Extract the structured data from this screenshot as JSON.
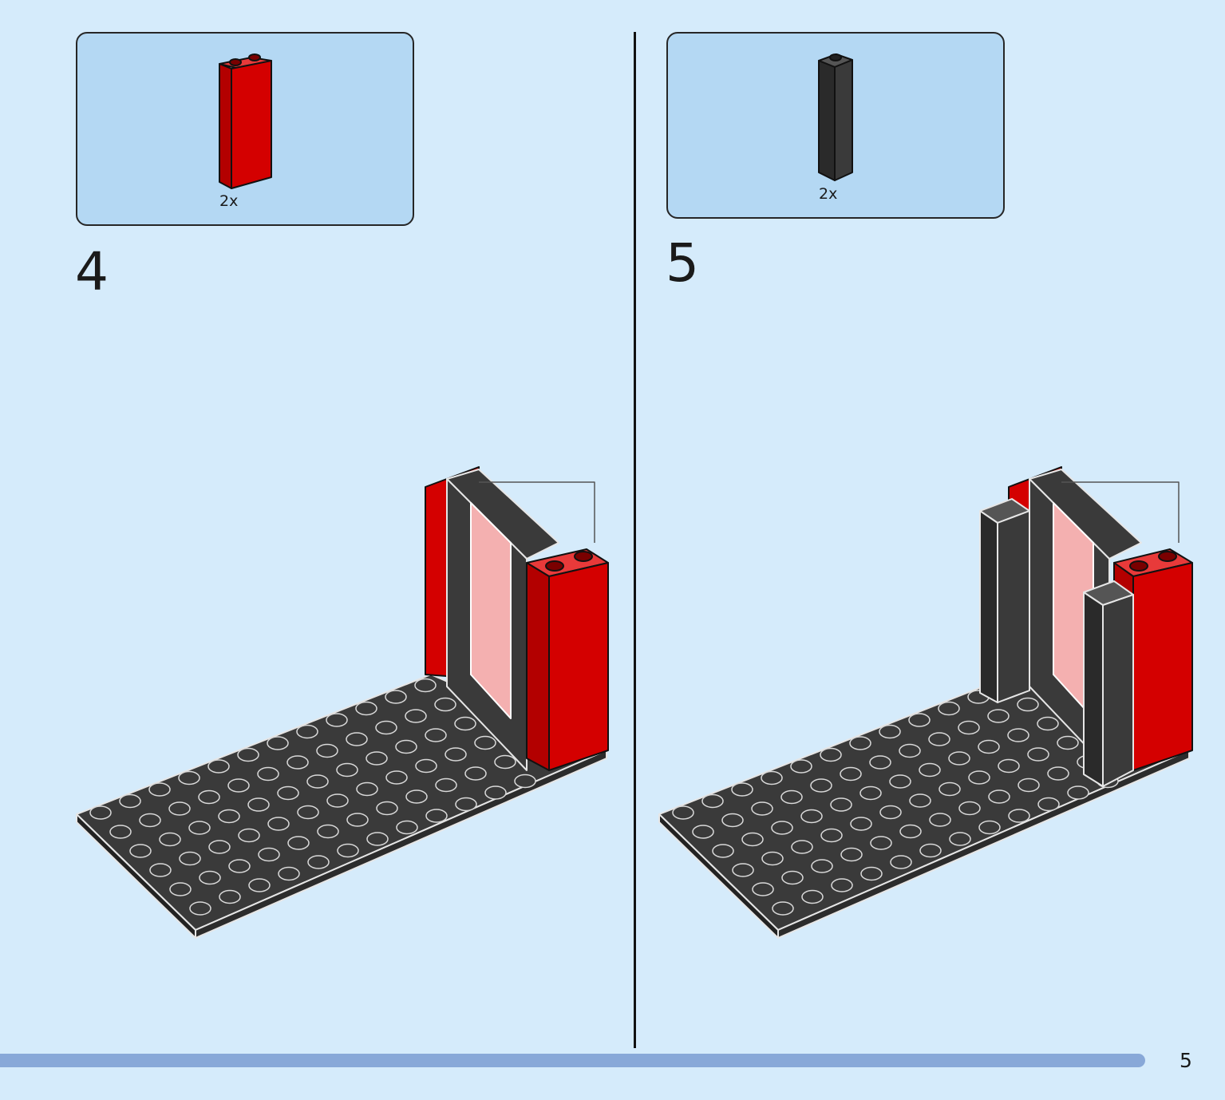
{
  "steps": [
    {
      "number": "4",
      "parts": [
        {
          "quantity": "2x",
          "color": "red",
          "hex": "#d40000"
        }
      ]
    },
    {
      "number": "5",
      "parts": [
        {
          "quantity": "2x",
          "color": "black",
          "hex": "#333333"
        }
      ]
    }
  ],
  "page_number": "5",
  "colors": {
    "background": "#d5ebfb",
    "parts_box": "#b4d8f3",
    "progress_bar": "#88a8d8",
    "brick_red": "#d40000",
    "brick_black": "#333333"
  }
}
